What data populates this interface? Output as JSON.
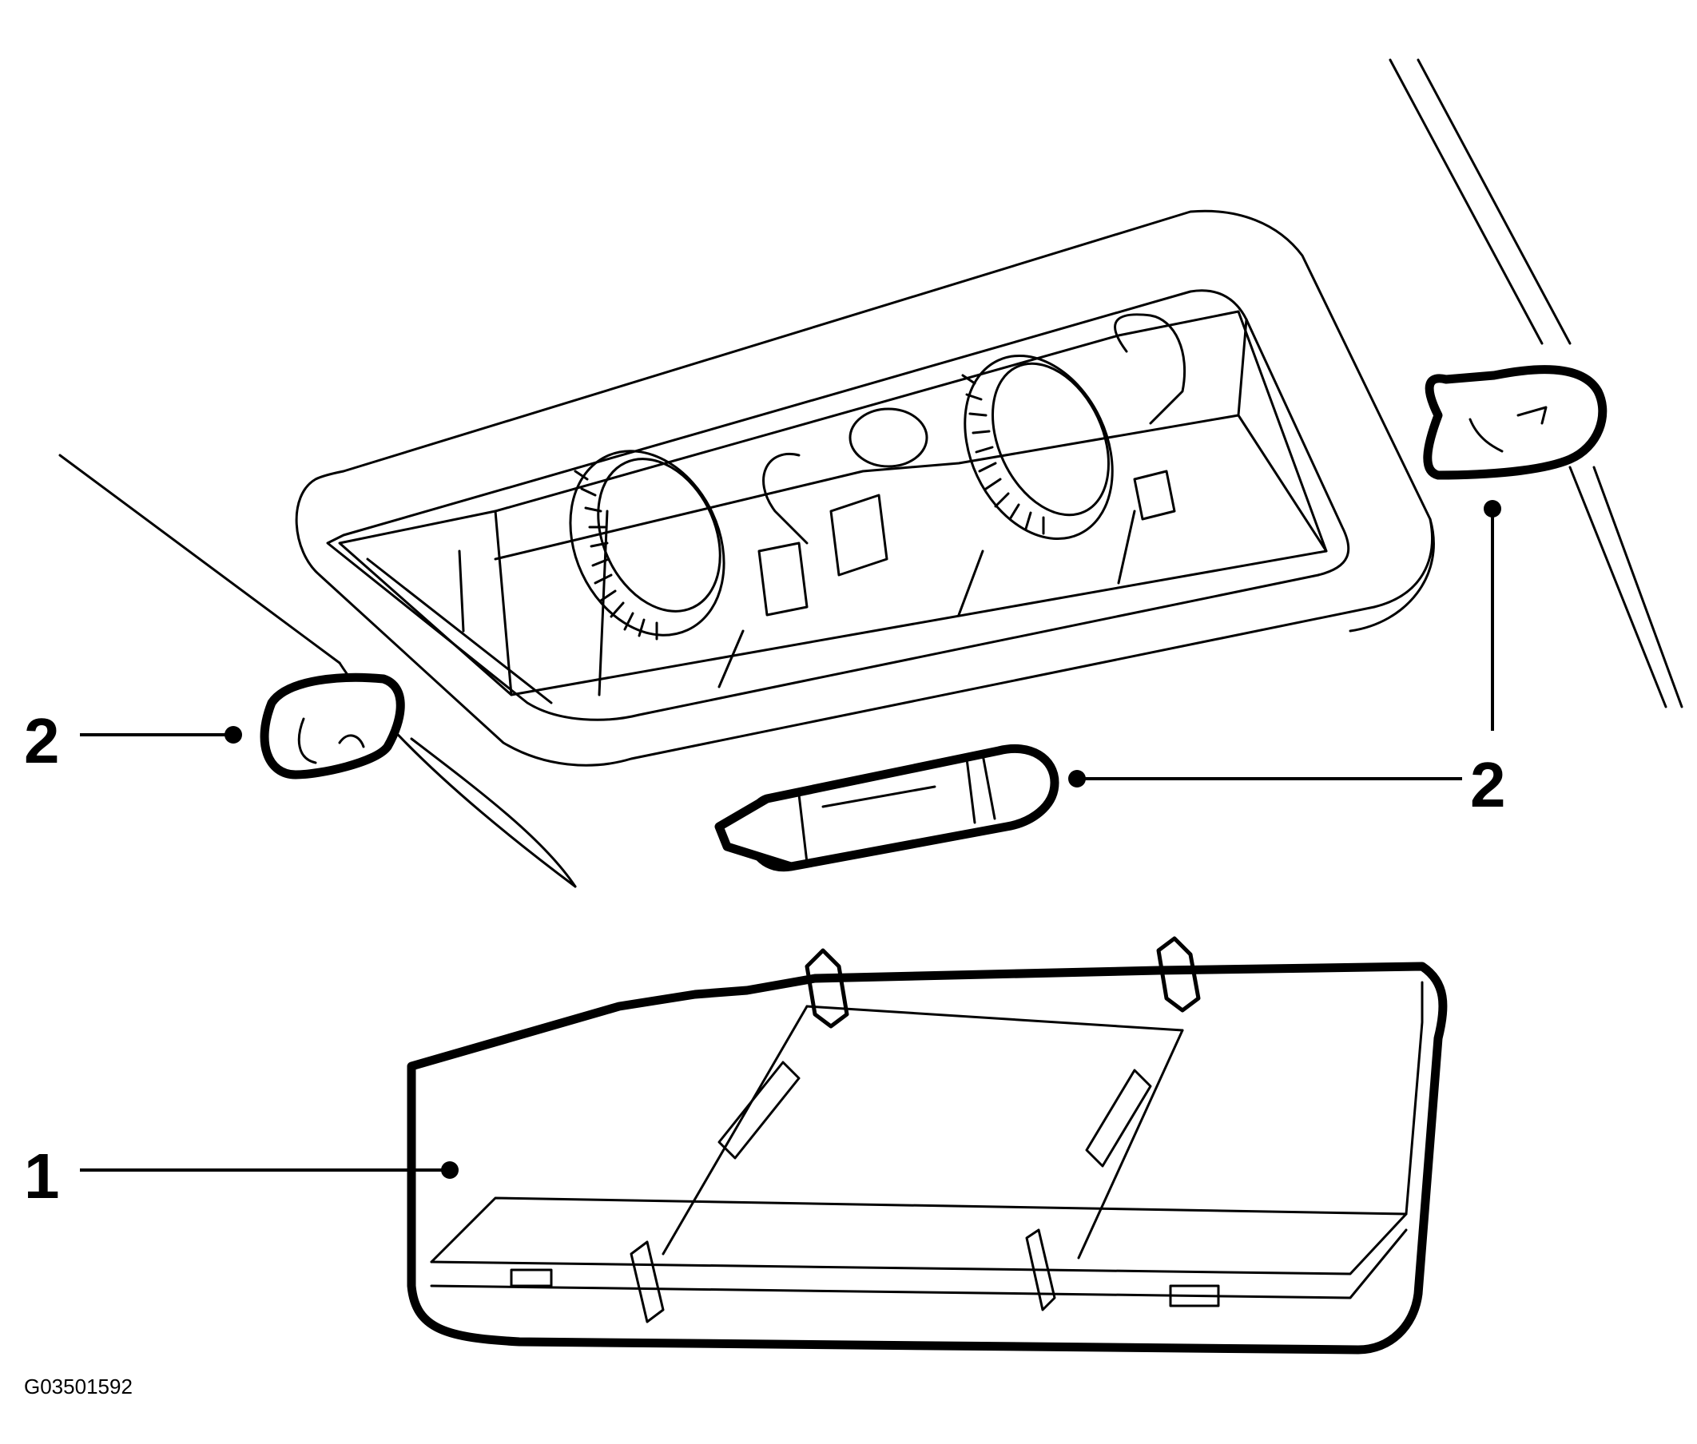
{
  "figure_id": "G03501592",
  "callouts": [
    {
      "id": "callout-2-left",
      "label": "2"
    },
    {
      "id": "callout-2-right",
      "label": "2"
    },
    {
      "id": "callout-2-top-right",
      "label": "2"
    },
    {
      "id": "callout-1",
      "label": "1"
    }
  ]
}
